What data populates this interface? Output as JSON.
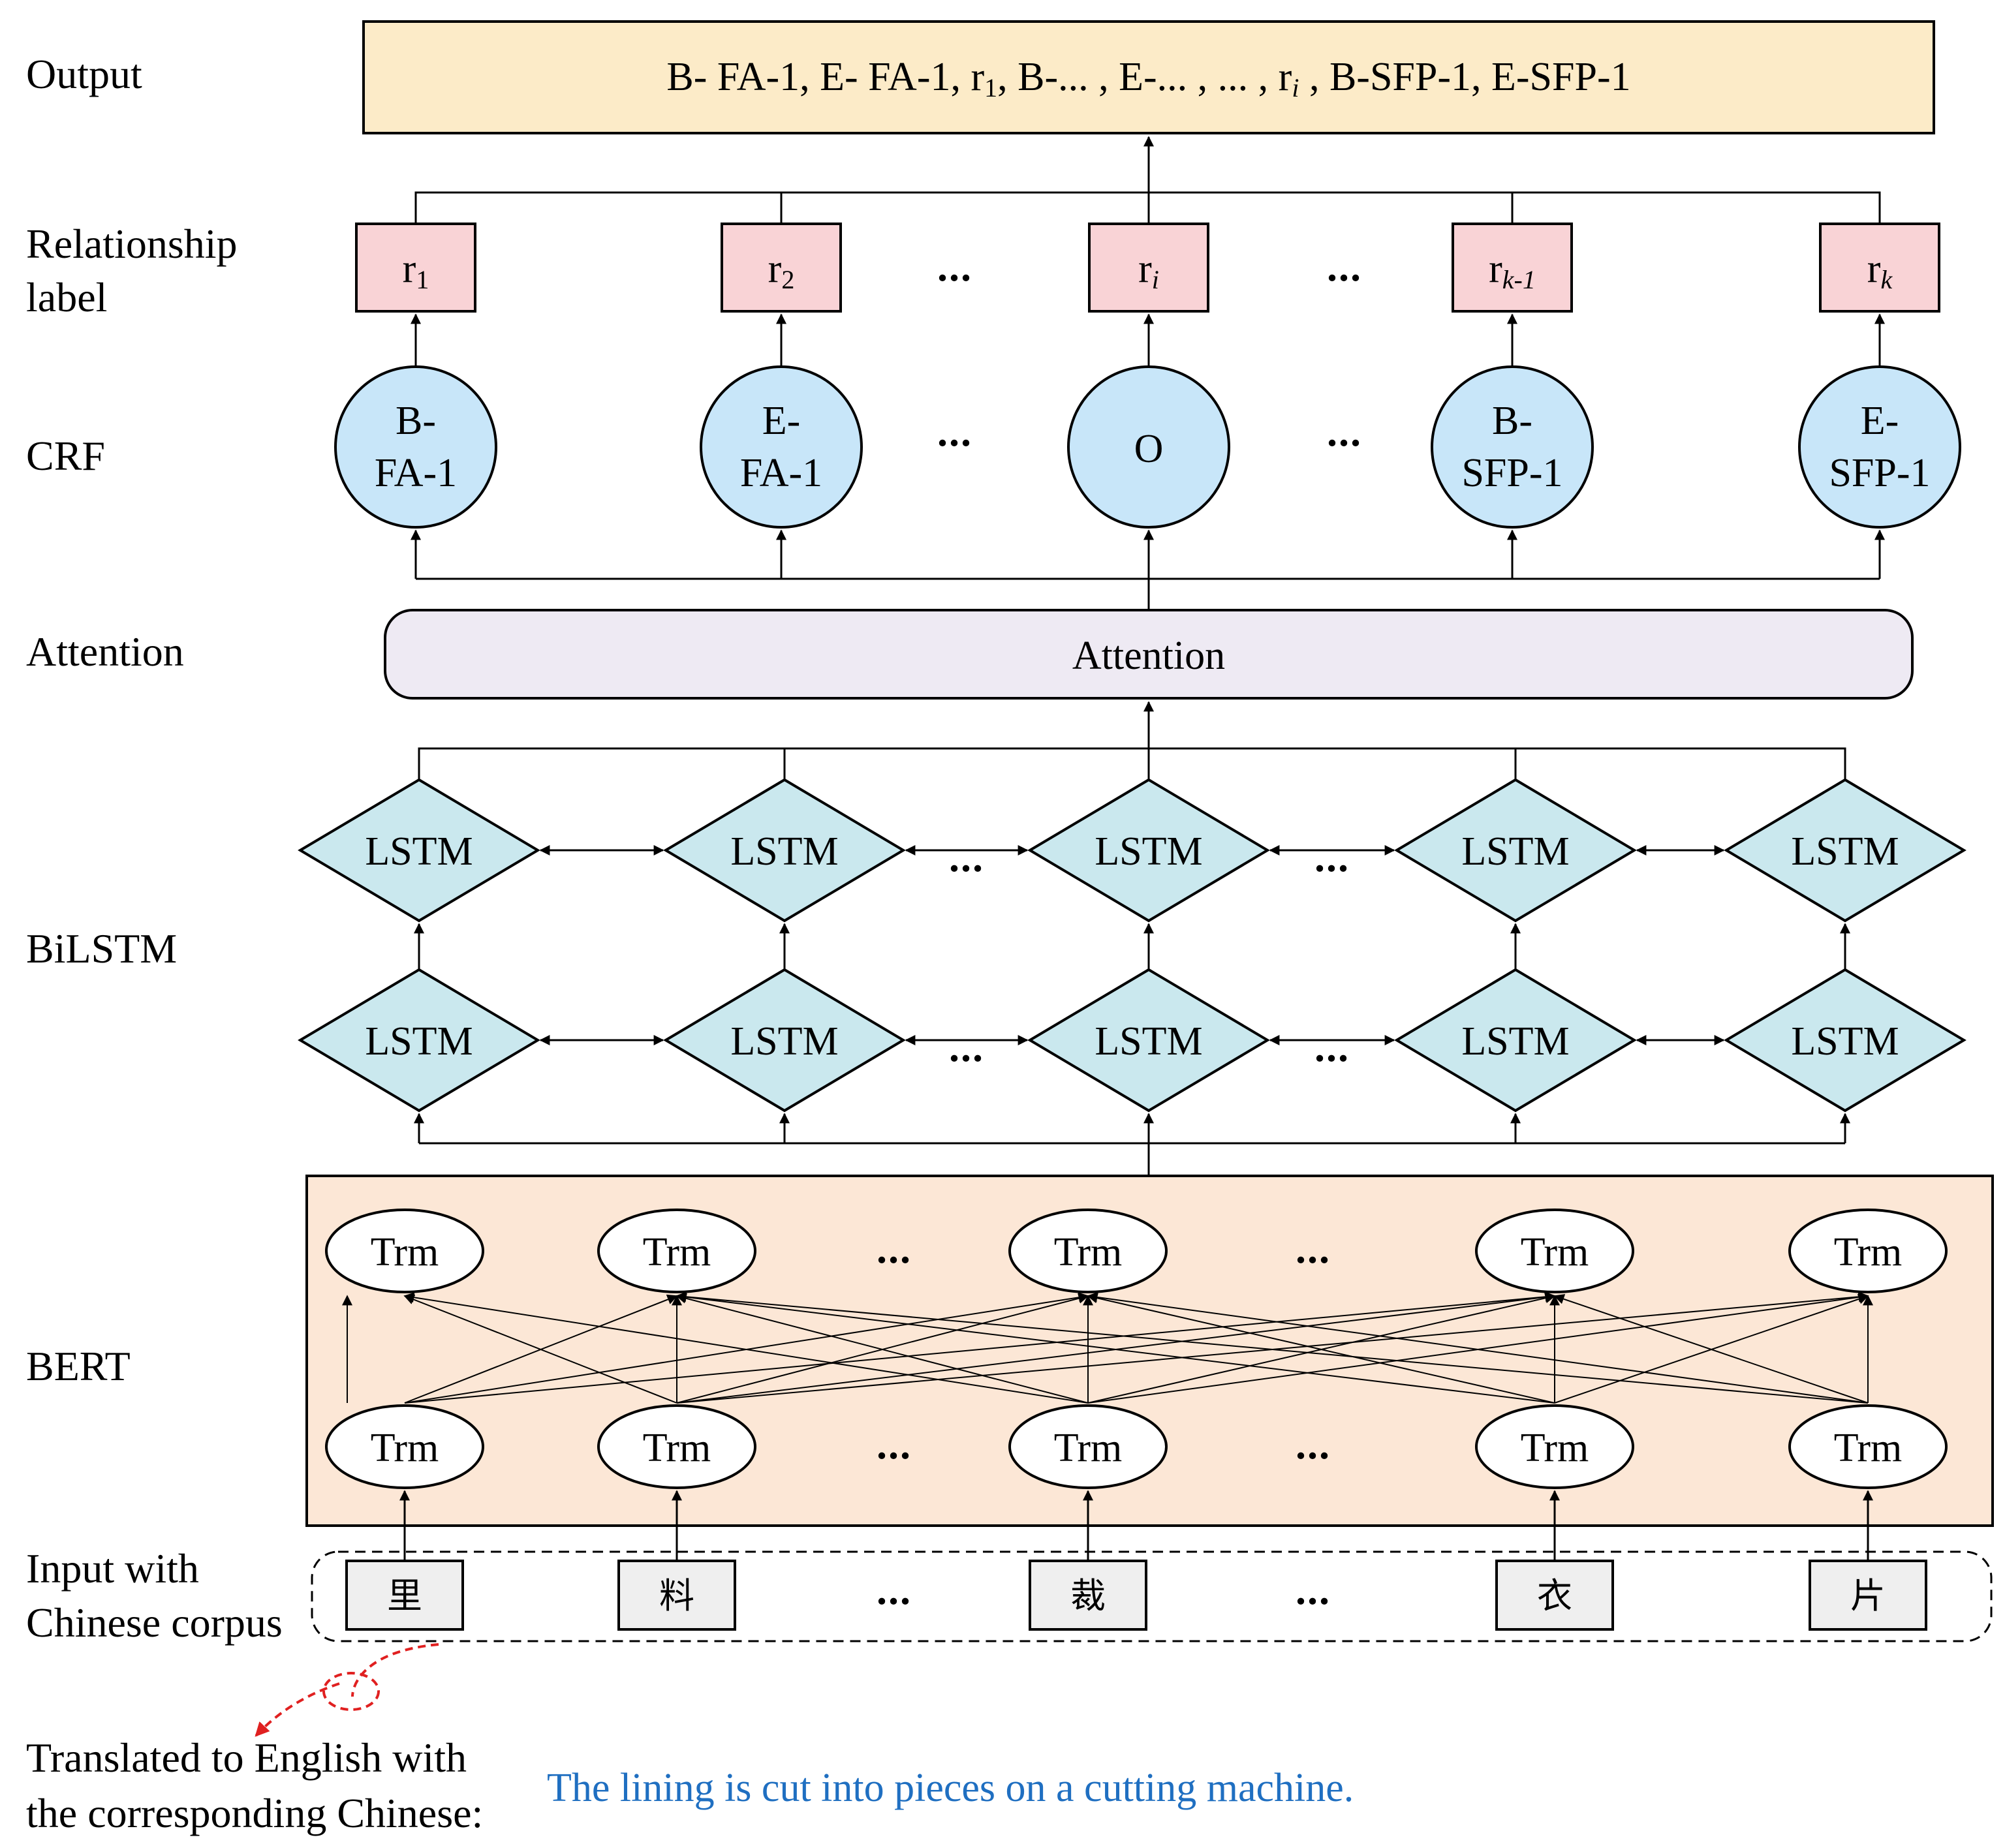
{
  "layers": {
    "output": "Output",
    "relationship": [
      "Relationship",
      "label"
    ],
    "crf": "CRF",
    "attention": "Attention",
    "bilstm": "BiLSTM",
    "bert": "BERT",
    "input": [
      "Input with",
      "Chinese corpus"
    ]
  },
  "output_text": {
    "p1": "B- FA-1, E- FA-1,  r",
    "s1": "1",
    "p2": ",  B-... , E-... , ... , r",
    "s2": "i",
    "p3": " ,  B-SFP-1, E-SFP-1"
  },
  "relation_labels": [
    {
      "base": "r",
      "sub": "1",
      "italic": false
    },
    {
      "base": "r",
      "sub": "2",
      "italic": false
    },
    {
      "base": "r",
      "sub": "i",
      "italic": true
    },
    {
      "base": "r",
      "sub": "k-1",
      "italic": true
    },
    {
      "base": "r",
      "sub": "k",
      "italic": true
    }
  ],
  "crf_nodes": [
    [
      "B-",
      "FA-1"
    ],
    [
      "E-",
      "FA-1"
    ],
    [
      "O"
    ],
    [
      "B-",
      "SFP-1"
    ],
    [
      "E-",
      "SFP-1"
    ]
  ],
  "attention_label": "Attention",
  "lstm_label": "LSTM",
  "trm_label": "Trm",
  "ellipsis": "...",
  "input_chars": [
    "里",
    "料",
    "裁",
    "衣",
    "片"
  ],
  "translation": {
    "label": [
      "Translated to English with",
      "the corresponding Chinese:"
    ],
    "text": "The lining is cut into pieces on a cutting machine."
  },
  "colors": {
    "output_fill": "#FCEBC8",
    "relation_fill": "#F9D3D6",
    "crf_fill": "#C8E6F9",
    "attention_fill": "#EEEAF3",
    "lstm_fill": "#CAE8EE",
    "bert_fill": "#FCE7D6",
    "input_fill": "#EFEFEF",
    "translation_text": "#1F6FC1",
    "annotation_red": "#E02020"
  }
}
